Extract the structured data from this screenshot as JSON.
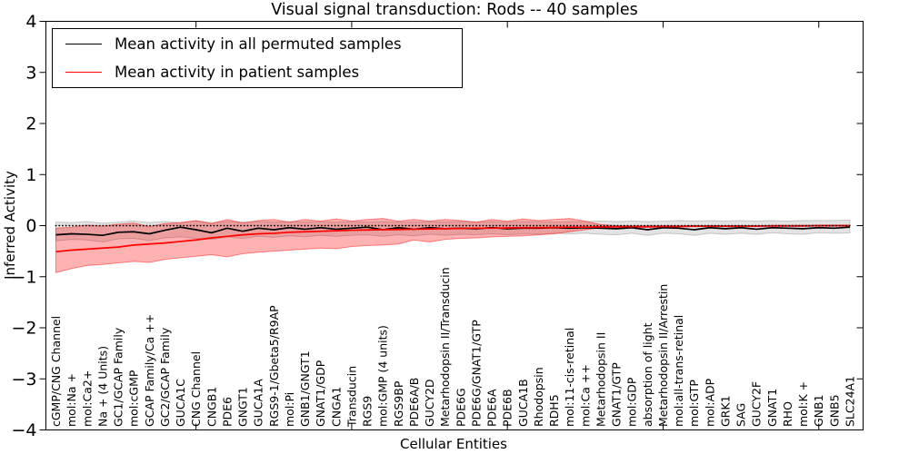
{
  "figure": {
    "title": "Visual signal transduction: Rods -- 40 samples",
    "xlabel": "Cellular Entities",
    "ylabel": "Inferred Activity"
  },
  "legend": {
    "position": "upper left",
    "entries": [
      {
        "label": "Mean activity in all permuted samples",
        "color": "#000000"
      },
      {
        "label": "Mean activity in patient samples",
        "color": "#ff0000"
      }
    ]
  },
  "chart_data": {
    "type": "line",
    "title": "Visual signal transduction: Rods -- 40 samples",
    "xlabel": "Cellular Entities",
    "ylabel": "Inferred Activity",
    "ylim": [
      -4,
      4
    ],
    "yticks": [
      -4,
      -3,
      -2,
      -1,
      0,
      1,
      2,
      3,
      4
    ],
    "xtick_entity_numbers": [
      10,
      20,
      30,
      40,
      50
    ],
    "grid": false,
    "legend_position": "upper left",
    "zero_line": {
      "y": 0,
      "style": "dotted",
      "color": "#000000"
    },
    "categories": [
      "cGMP/CNG Channel",
      "mol:Na +",
      "mol:Ca2+",
      "Na + (4 Units)",
      "GC1/GCAP Family",
      "mol:cGMP",
      "GCAP Family/Ca ++",
      "GC2/GCAP Family",
      "GUCA1C",
      "CNG Channel",
      "CNGB1",
      "PDE6",
      "GNGT1",
      "GUCA1A",
      "RGS9-1/Gbeta5/R9AP",
      "mol:Pi",
      "GNB1/GNGT1",
      "GNAT1/GDP",
      "CNGA1",
      "Transducin",
      "RGS9",
      "mol:GMP (4 units)",
      "RGS9BP",
      "PDE6A/B",
      "GUCY2D",
      "Metarhodopsin II/Transducin",
      "PDE6G",
      "PDE6G/GNAT1/GTP",
      "PDE6A",
      "PDE6B",
      "GUCA1B",
      "Rhodopsin",
      "RDH5",
      "mol:11-cis-retinal",
      "mol:Ca ++",
      "Metarhodopsin II",
      "GNAT1/GTP",
      "mol:GDP",
      "absorption of light",
      "Metarhodopsin II/Arrestin",
      "mol:all-trans-retinal",
      "mol:GTP",
      "mol:ADP",
      "GRK1",
      "SAG",
      "GUCY2F",
      "GNAT1",
      "RHO",
      "mol:K +",
      "GNB1",
      "GNB5",
      "SLC24A1"
    ],
    "series": [
      {
        "name": "Mean activity in all permuted samples",
        "color": "#000000",
        "band_color": "#000000",
        "band_opacity": 0.11,
        "values": [
          -0.18,
          -0.16,
          -0.17,
          -0.19,
          -0.13,
          -0.12,
          -0.16,
          -0.09,
          -0.03,
          -0.08,
          -0.14,
          -0.05,
          -0.11,
          -0.05,
          -0.08,
          -0.04,
          -0.07,
          -0.04,
          -0.07,
          -0.05,
          -0.03,
          -0.08,
          -0.04,
          -0.07,
          -0.04,
          -0.06,
          -0.05,
          -0.06,
          -0.04,
          -0.06,
          -0.05,
          -0.05,
          -0.04,
          -0.05,
          -0.04,
          -0.05,
          -0.06,
          -0.04,
          -0.08,
          -0.04,
          -0.05,
          -0.08,
          -0.04,
          -0.06,
          -0.04,
          -0.07,
          -0.04,
          -0.05,
          -0.06,
          -0.04,
          -0.05,
          -0.03
        ],
        "band_upper": [
          0.07,
          0.06,
          0.08,
          0.05,
          0.07,
          0.09,
          0.06,
          0.08,
          0.06,
          0.09,
          0.06,
          0.08,
          0.07,
          0.08,
          0.07,
          0.08,
          0.07,
          0.08,
          0.07,
          0.08,
          0.07,
          0.08,
          0.07,
          0.07,
          0.08,
          0.07,
          0.08,
          0.07,
          0.08,
          0.07,
          0.08,
          0.08,
          0.07,
          0.08,
          0.08,
          0.09,
          0.08,
          0.09,
          0.08,
          0.09,
          0.1,
          0.09,
          0.1,
          0.09,
          0.1,
          0.09,
          0.1,
          0.09,
          0.1,
          0.1,
          0.1,
          0.11
        ],
        "band_lower": [
          -0.3,
          -0.27,
          -0.28,
          -0.32,
          -0.26,
          -0.25,
          -0.29,
          -0.24,
          -0.22,
          -0.25,
          -0.27,
          -0.22,
          -0.25,
          -0.21,
          -0.23,
          -0.2,
          -0.22,
          -0.19,
          -0.21,
          -0.19,
          -0.18,
          -0.21,
          -0.18,
          -0.2,
          -0.17,
          -0.19,
          -0.17,
          -0.18,
          -0.16,
          -0.18,
          -0.16,
          -0.17,
          -0.15,
          -0.16,
          -0.15,
          -0.17,
          -0.18,
          -0.15,
          -0.19,
          -0.15,
          -0.16,
          -0.19,
          -0.15,
          -0.17,
          -0.15,
          -0.17,
          -0.14,
          -0.16,
          -0.17,
          -0.14,
          -0.15,
          -0.14
        ]
      },
      {
        "name": "Mean activity in patient samples",
        "color": "#ff0000",
        "band_color": "#ff0000",
        "band_opacity": 0.3,
        "values": [
          -0.51,
          -0.48,
          -0.46,
          -0.44,
          -0.42,
          -0.38,
          -0.36,
          -0.34,
          -0.31,
          -0.28,
          -0.24,
          -0.21,
          -0.18,
          -0.16,
          -0.15,
          -0.13,
          -0.12,
          -0.11,
          -0.1,
          -0.09,
          -0.085,
          -0.08,
          -0.075,
          -0.07,
          -0.065,
          -0.06,
          -0.055,
          -0.05,
          -0.05,
          -0.045,
          -0.04,
          -0.04,
          -0.035,
          -0.03,
          -0.03,
          -0.025,
          -0.02,
          -0.02,
          -0.02,
          -0.015,
          -0.015,
          -0.01,
          -0.01,
          -0.01,
          -0.01,
          -0.01,
          -0.005,
          -0.005,
          -0.005,
          0.0,
          0.0,
          0.0
        ],
        "band_upper": [
          -0.05,
          -0.03,
          0.01,
          -0.01,
          0.03,
          0.05,
          -0.02,
          0.04,
          0.06,
          0.1,
          0.04,
          0.12,
          0.05,
          0.1,
          0.12,
          0.07,
          0.12,
          0.09,
          0.13,
          0.09,
          0.12,
          0.14,
          0.09,
          0.12,
          0.09,
          0.12,
          0.1,
          0.07,
          0.12,
          0.09,
          0.13,
          0.1,
          0.12,
          0.14,
          0.09,
          0.02,
          0.0,
          -0.005,
          -0.005,
          -0.005,
          -0.005,
          0.0,
          0.0,
          0.0,
          0.0,
          0.0,
          0.005,
          0.005,
          0.005,
          0.01,
          0.01,
          0.01
        ],
        "band_lower": [
          -0.92,
          -0.84,
          -0.78,
          -0.76,
          -0.73,
          -0.7,
          -0.72,
          -0.66,
          -0.63,
          -0.6,
          -0.57,
          -0.61,
          -0.55,
          -0.52,
          -0.5,
          -0.48,
          -0.46,
          -0.44,
          -0.45,
          -0.41,
          -0.39,
          -0.38,
          -0.36,
          -0.28,
          -0.32,
          -0.27,
          -0.25,
          -0.24,
          -0.22,
          -0.21,
          -0.2,
          -0.18,
          -0.16,
          -0.12,
          -0.08,
          -0.04,
          -0.04,
          -0.035,
          -0.035,
          -0.03,
          -0.03,
          -0.02,
          -0.02,
          -0.02,
          -0.02,
          -0.02,
          -0.015,
          -0.015,
          -0.015,
          -0.01,
          -0.01,
          -0.01
        ]
      }
    ]
  }
}
